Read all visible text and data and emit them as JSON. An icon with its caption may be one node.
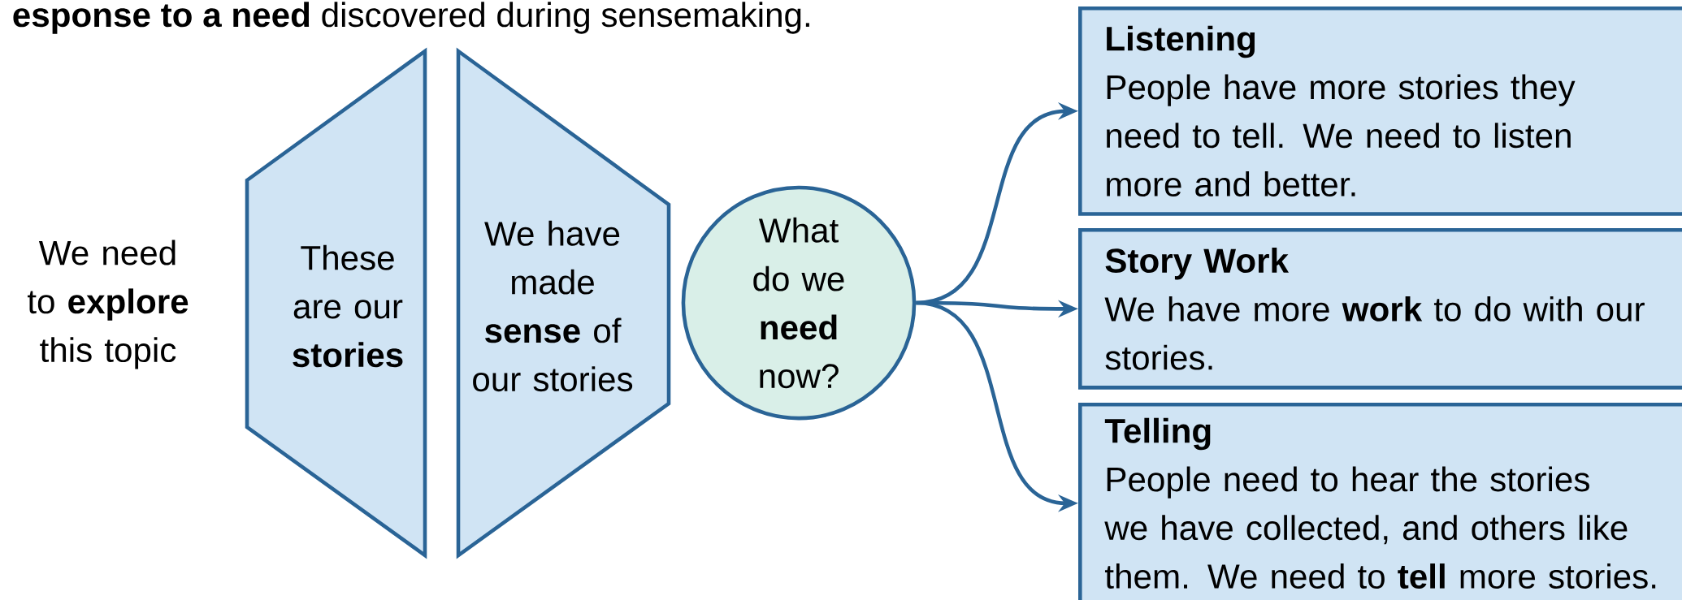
{
  "diagram": {
    "nodes": [
      {
        "text": [
          "These are our **stories**"
        ]
      },
      {
        "text": [
          "We have made **sense** of our stories"
        ]
      },
      {
        "text": [
          "What do we **need** now?"
        ]
      },
      {
        "text": [
          "Listening",
          "People have more stories they need to tell. We need to listen more and better."
        ]
      },
      {
        "text": [
          "Story Work",
          "We have more **work** to do with our stories."
        ]
      },
      {
        "text": [
          "Telling",
          "People need to hear the stories we have collected, and others like them. We need to **tell** more stories."
        ]
      }
    ],
    "edges": [
      {
        "from": 2,
        "to": 3,
        "arrow": "to"
      },
      {
        "from": 2,
        "to": 4,
        "arrow": "to"
      },
      {
        "from": 2,
        "to": 5,
        "arrow": "to"
      }
    ],
    "labels": [
      "**esponse to a need** discovered during sensemaking.",
      "We need to **explore** this topic"
    ]
  }
}
